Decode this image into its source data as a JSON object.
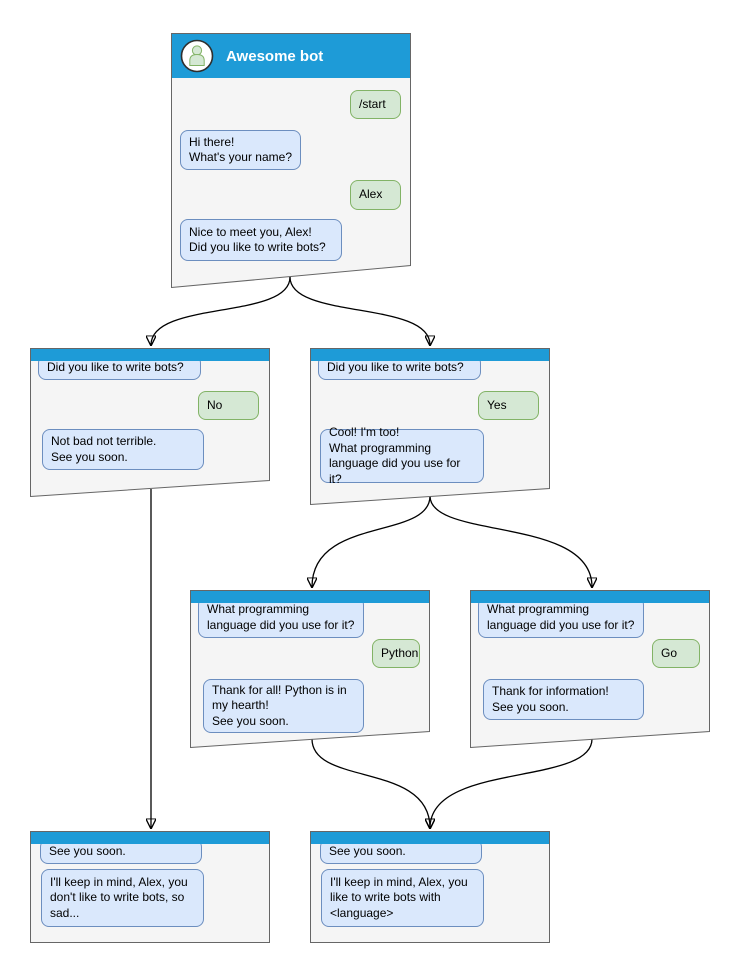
{
  "palette": {
    "header_blue": "#1E9BD7",
    "window_bg": "#F5F5F5",
    "window_border": "#666666",
    "bot_bubble_fill": "#DAE8FC",
    "bot_bubble_border": "#6C8EBF",
    "user_bubble_fill": "#D5E8D4",
    "user_bubble_border": "#82B366",
    "arrow_color": "#000000",
    "avatar_fill": "#D5E8D4",
    "avatar_stroke": "#82B366"
  },
  "windows": {
    "main": {
      "title": "Awesome bot",
      "avatar": "person-icon",
      "messages": [
        {
          "from": "user",
          "text": "/start"
        },
        {
          "from": "bot",
          "text": "Hi there!\nWhat's your name?"
        },
        {
          "from": "user",
          "text": "Alex"
        },
        {
          "from": "bot",
          "text": "Nice to meet you, Alex!\nDid you like to write bots?"
        }
      ]
    },
    "branch_no": {
      "messages": [
        {
          "from": "bot",
          "text": "Did you like to write bots?"
        },
        {
          "from": "user",
          "text": "No"
        },
        {
          "from": "bot",
          "text": "Not bad not terrible.\nSee you soon."
        }
      ]
    },
    "branch_yes": {
      "messages": [
        {
          "from": "bot",
          "text": "Did you like to write bots?"
        },
        {
          "from": "user",
          "text": "Yes"
        },
        {
          "from": "bot",
          "text": "Cool! I'm too!\nWhat programming\nlanguage did you use for it?"
        }
      ]
    },
    "lang_python": {
      "messages": [
        {
          "from": "bot",
          "text": "What programming\nlanguage did you use for it?"
        },
        {
          "from": "user",
          "text": "Python"
        },
        {
          "from": "bot",
          "text": "Thank for all! Python is in\nmy hearth!\nSee you soon."
        }
      ]
    },
    "lang_go": {
      "messages": [
        {
          "from": "bot",
          "text": "What programming\nlanguage did you use for it?"
        },
        {
          "from": "user",
          "text": "Go"
        },
        {
          "from": "bot",
          "text": "Thank for information!\nSee you soon."
        }
      ]
    },
    "end_negative": {
      "messages": [
        {
          "from": "bot",
          "text": "See you soon."
        },
        {
          "from": "bot",
          "text": "I'll keep in mind, Alex, you\ndon't like to write bots, so\nsad..."
        }
      ]
    },
    "end_positive": {
      "messages": [
        {
          "from": "bot",
          "text": "See you soon."
        },
        {
          "from": "bot",
          "text": "I'll keep in mind, Alex, you\nlike to write bots with\n<language>"
        }
      ]
    }
  },
  "flow": [
    {
      "from": "main",
      "to": "branch_no"
    },
    {
      "from": "main",
      "to": "branch_yes"
    },
    {
      "from": "branch_yes",
      "to": "lang_python"
    },
    {
      "from": "branch_yes",
      "to": "lang_go"
    },
    {
      "from": "branch_no",
      "to": "end_negative"
    },
    {
      "from": "lang_python",
      "to": "end_positive"
    },
    {
      "from": "lang_go",
      "to": "end_positive"
    }
  ]
}
